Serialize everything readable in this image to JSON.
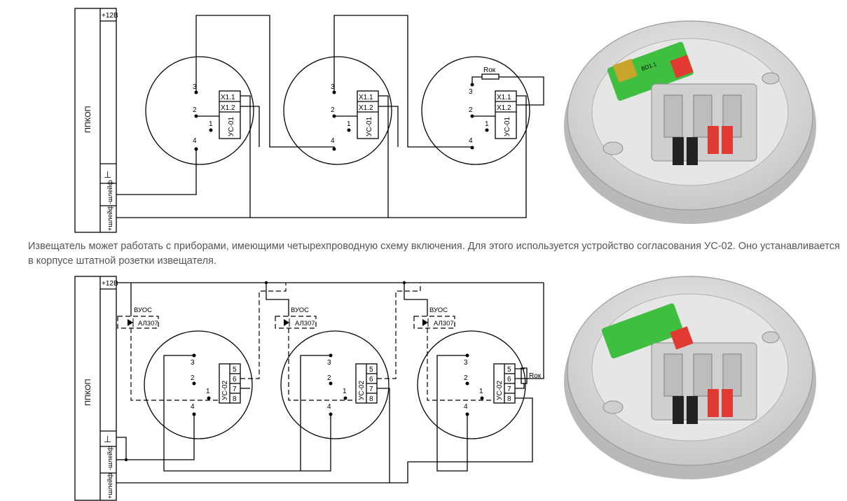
{
  "caption": "Извещатель может работать с приборами, имеющими четырехпроводную схему включения. Для этого используется устройство согласования УС-02. Оно устанавливается в корпусе штатной розетки извещателя.",
  "panel": {
    "name": "ППКОП",
    "supply": "+12В",
    "ground": "⊥",
    "loop_minus": "-шлейф",
    "loop_plus": "+шлейф"
  },
  "top_diagram": {
    "module": "УС-01",
    "module_terminals": [
      "Х1.1",
      "Х1.2"
    ],
    "base_pins": [
      "3",
      "2",
      "1",
      "4"
    ],
    "end_resistor": "Rок"
  },
  "bottom_diagram": {
    "module": "УС-02",
    "module_terminals": [
      "5",
      "6",
      "7",
      "8"
    ],
    "base_pins": [
      "3",
      "2",
      "1",
      "4"
    ],
    "end_resistor": "Rок",
    "isolator_name": "ВУОС",
    "isolator_part": "АЛ307"
  },
  "images": {
    "base_top_board": "BD1.1",
    "colors": {
      "housing": "#dcdcdc",
      "contact_red": "#e03a32",
      "contact_black": "#222222",
      "board_green": "#3fbf3f",
      "terminal_yellow": "#c9a42a"
    }
  }
}
